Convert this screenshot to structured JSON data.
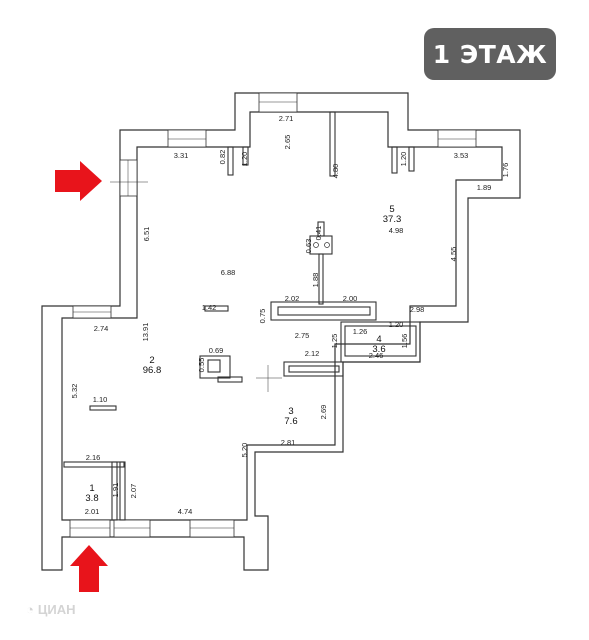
{
  "floor_label": "1 ЭТАЖ",
  "watermark": "ЦИАН",
  "rooms": [
    {
      "number": "5",
      "area": "37.3"
    },
    {
      "number": "2",
      "area": "96.8"
    },
    {
      "number": "4",
      "area": "3.6"
    },
    {
      "number": "3",
      "area": "7.6"
    },
    {
      "number": "1",
      "area": "3.8"
    }
  ],
  "dimensions": [
    "2.71",
    "3.31",
    "0.82",
    "1.20",
    "2.65",
    "4.80",
    "1.20",
    "3.53",
    "1.76",
    "1.89",
    "4.98",
    "6.51",
    "0.41",
    "0.63",
    "6.88",
    "4.55",
    "1.88",
    "2.02",
    "2.00",
    "2.98",
    "1.42",
    "0.75",
    "2.74",
    "13.91",
    "2.75",
    "1.26",
    "1.20",
    "1.25",
    "1.56",
    "0.69",
    "2.12",
    "2.46",
    "0.55",
    "5.32",
    "1.10",
    "2.69",
    "5.20",
    "2.81",
    "2.16",
    "1.91",
    "2.07",
    "2.01",
    "4.74"
  ],
  "icons": {
    "entrance_arrows": "red-arrow-icon",
    "watermark_logo": "cian-logo-icon"
  },
  "colors": {
    "arrow": "#e8141b",
    "badge": "#606060",
    "wall": "#333333"
  }
}
